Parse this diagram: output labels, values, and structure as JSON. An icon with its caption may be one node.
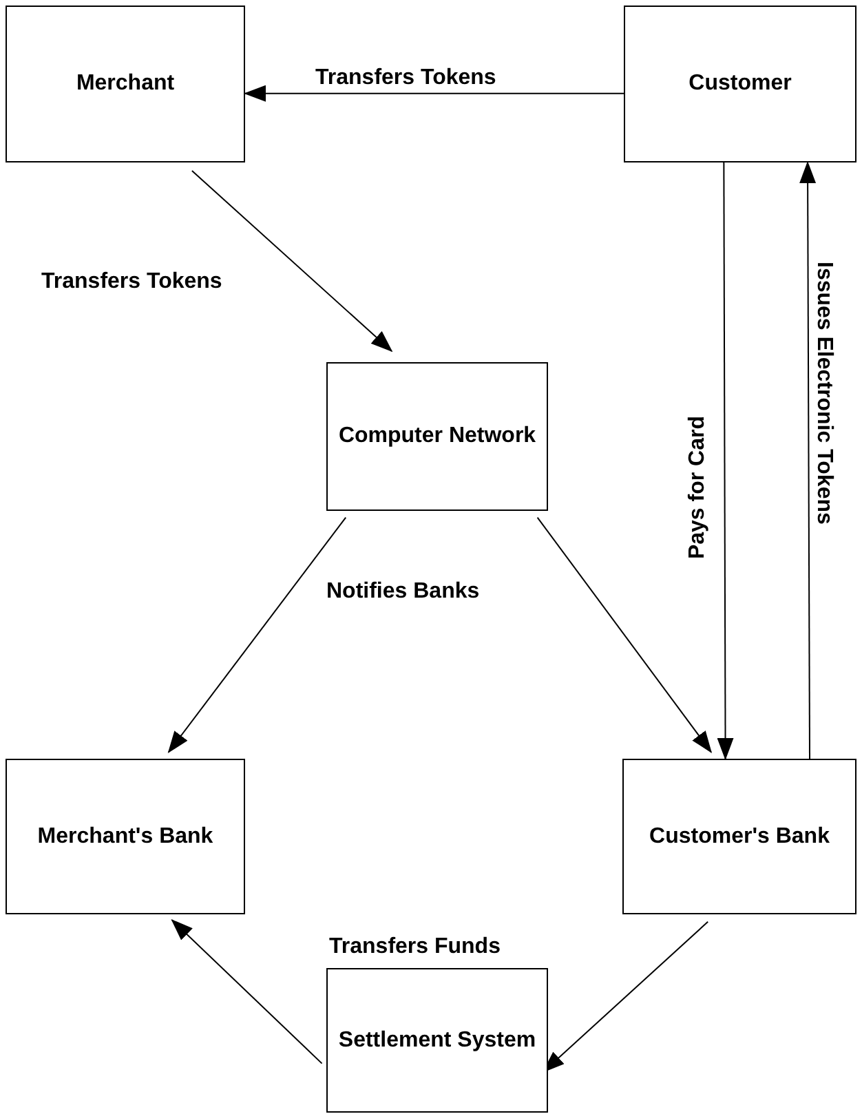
{
  "diagram": {
    "nodes": [
      {
        "text": [
          "Merchant"
        ]
      },
      {
        "text": [
          "Customer"
        ]
      },
      {
        "text": [
          "Computer Network"
        ]
      },
      {
        "text": [
          "Merchant's Bank"
        ]
      },
      {
        "text": [
          "Customer's Bank"
        ]
      },
      {
        "text": [
          "Settlement System"
        ]
      }
    ],
    "edges": [
      {
        "from": 1,
        "to": 0,
        "arrow": "to",
        "label": "Transfers Tokens"
      },
      {
        "from": 0,
        "to": 2,
        "arrow": "to",
        "label": "Transfers Tokens"
      },
      {
        "from": 2,
        "to": 3,
        "arrow": "to"
      },
      {
        "from": 2,
        "to": 4,
        "arrow": "to"
      },
      {
        "from": 1,
        "to": 4,
        "arrow": "to",
        "label": "Pays for Card"
      },
      {
        "from": 4,
        "to": 1,
        "arrow": "to",
        "label": "Issues Electronic Tokens"
      },
      {
        "from": 4,
        "to": 5,
        "arrow": "to"
      },
      {
        "from": 5,
        "to": 3,
        "arrow": "to"
      }
    ],
    "labels": [
      "Notifies Banks",
      "Transfers Funds"
    ]
  }
}
